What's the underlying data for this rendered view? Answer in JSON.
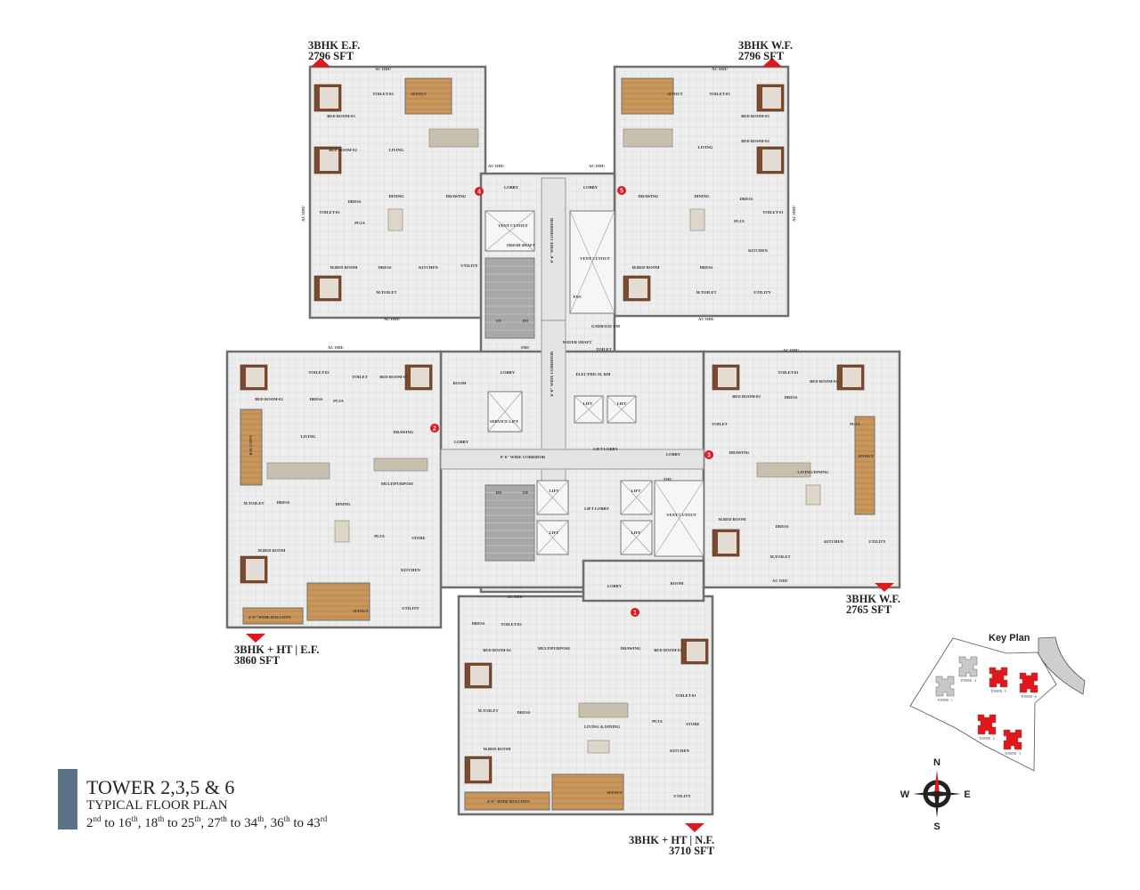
{
  "units": [
    {
      "number": "4",
      "type": "3BHK E.F.",
      "area": "2796 SFT",
      "rooms": [
        "BED ROOM-03",
        "TOILET-03",
        "SITOUT",
        "BED ROOM-02",
        "LIVING",
        "DRESS",
        "TOILET-01",
        "PUJA",
        "DINING",
        "DRAWING",
        "M.BED ROOM",
        "DRESS",
        "M.TOILET",
        "KITCHEN",
        "UTILITY",
        "AC ODU",
        "AC ODU",
        "AC ODU"
      ]
    },
    {
      "number": "5",
      "type": "3BHK W.F.",
      "area": "2796 SFT",
      "rooms": [
        "SITOUT",
        "TOILET-03",
        "BED ROOM-03",
        "LIVING",
        "BED ROOM-02",
        "DRAWING",
        "DINING",
        "DRESS",
        "TOILET-01",
        "PUJA",
        "KITCHEN",
        "M.BED ROOM",
        "DRESS",
        "M.TOILET",
        "UTILITY",
        "AC ODU",
        "AC ODU",
        "AC ODU"
      ]
    },
    {
      "number": "2",
      "type": "3BHK + HT | E.F.",
      "area": "3860 SFT",
      "rooms": [
        "BED ROOM-02",
        "TOILET-02",
        "TOILET",
        "BED ROOM-01",
        "DRESS",
        "PUJA",
        "BALCONY",
        "LIVING",
        "DRAWING",
        "M.TOILET",
        "DRESS",
        "DINING",
        "MULTIPURPOSE",
        "PUJA",
        "STORE",
        "M.BED ROOM",
        "KITCHEN",
        "UTILITY",
        "SITOUT",
        "4'-0\" WIDE BALCONY",
        "AC ODU"
      ]
    },
    {
      "number": "3",
      "type": "3BHK W.F.",
      "area": "2765 SFT",
      "rooms": [
        "TOILET-01",
        "BED ROOM-01",
        "BED ROOM-02",
        "DRESS",
        "TOILET",
        "PUJA",
        "SITOUT",
        "DRAWING",
        "LIVING/DINING",
        "M.BED ROOM",
        "DRESS",
        "M.TOILET",
        "KITCHEN",
        "UTILITY",
        "AC ODU",
        "AC ODU"
      ]
    },
    {
      "number": "1",
      "type": "3BHK + HT | N.F.",
      "area": "3710 SFT",
      "rooms": [
        "DRESS",
        "TOILET-02",
        "MULTIPURPOSE",
        "DRAWING",
        "BED ROOM-01",
        "BED ROOM-02",
        "M.TOILET",
        "DRESS",
        "TOILET-01",
        "PUJA",
        "STORE",
        "LIVING & DINING",
        "M.BED ROOM",
        "KITCHEN",
        "SITOUT",
        "UTILITY",
        "4'-0\" WIDE BALCONY",
        "AC ODU"
      ]
    }
  ],
  "core": {
    "rooms": [
      "LOBBY",
      "LOBBY",
      "VENT CUTOUT",
      "FRESH SHAFT",
      "VENT CUTOUT",
      "6'-6\" WIDE CORRIDOR",
      "UP",
      "DN",
      "FAN",
      "GARBAGE RM",
      "WATER SHAFT",
      "TOILET",
      "FHC",
      "LOBBY",
      "ELECTRICAL RM",
      "6'-6\" WIDE CORRIDOR",
      "SERVICE LIFT",
      "LIFT",
      "LIFT",
      "LIFT LOBBY",
      "LOBBY",
      "8'-6\" WIDE CORRIDOR",
      "FHC",
      "LIFT",
      "LIFT",
      "LIFT",
      "LIFT",
      "LIFT LOBBY",
      "VENT CUTOUT",
      "DN",
      "UP",
      "LOBBY",
      "ROOM",
      "LOBBY",
      "ROOM",
      "AC ODU",
      "AC ODU"
    ]
  },
  "title": {
    "main": "TOWER 2,3,5 & 6",
    "sub": "TYPICAL FLOOR PLAN",
    "floors": [
      {
        "n": "2",
        "s": "nd",
        "sep": " to "
      },
      {
        "n": "16",
        "s": "th",
        "sep": ", "
      },
      {
        "n": "18",
        "s": "th",
        "sep": " to "
      },
      {
        "n": "25",
        "s": "th",
        "sep": ", "
      },
      {
        "n": "27",
        "s": "th",
        "sep": " to "
      },
      {
        "n": "34",
        "s": "th",
        "sep": ", "
      },
      {
        "n": "36",
        "s": "th",
        "sep": " to "
      },
      {
        "n": "43",
        "s": "rd",
        "sep": ""
      }
    ]
  },
  "key_plan": {
    "title": "Key Plan",
    "towers": [
      {
        "label": "TOWER - 4",
        "highlighted": false
      },
      {
        "label": "TOWER - 1",
        "highlighted": false
      },
      {
        "label": "TOWER - 5",
        "highlighted": true
      },
      {
        "label": "TOWER - 6",
        "highlighted": true
      },
      {
        "label": "TOWER - 2",
        "highlighted": true
      },
      {
        "label": "TOWER - 3",
        "highlighted": true
      }
    ],
    "highlight_color": "#e3161b",
    "inactive_color": "#c8c8c8"
  },
  "compass": {
    "n": "N",
    "s": "S",
    "e": "E",
    "w": "W"
  },
  "colors": {
    "marker": "#e3161b",
    "title_bar": "#587388",
    "floor": "#ececec",
    "wall": "#6e6e6e",
    "wood": "#c8955a"
  }
}
